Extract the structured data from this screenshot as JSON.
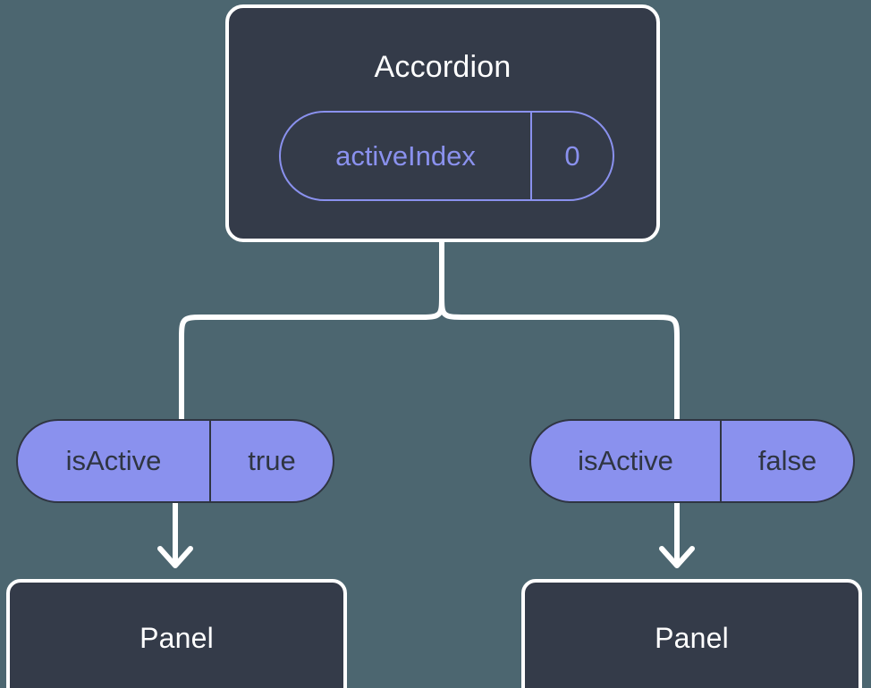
{
  "diagram": {
    "type": "component-state-tree",
    "background_color": "#4c6670",
    "card_color": "#343b49",
    "accent_color": "#8a91ee",
    "border_color": "#ffffff",
    "root": {
      "title": "Accordion",
      "prop": {
        "key": "activeIndex",
        "value": "0"
      }
    },
    "branches": [
      {
        "state": {
          "key": "isActive",
          "value": "true"
        },
        "child": {
          "title": "Panel"
        }
      },
      {
        "state": {
          "key": "isActive",
          "value": "false"
        },
        "child": {
          "title": "Panel"
        }
      }
    ]
  }
}
